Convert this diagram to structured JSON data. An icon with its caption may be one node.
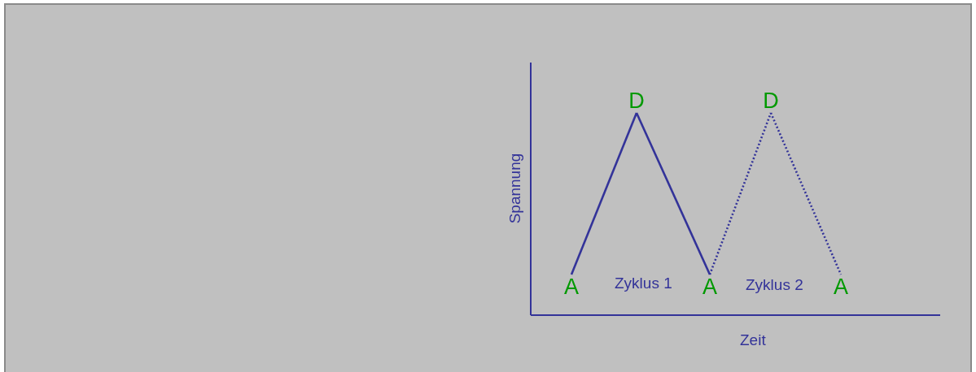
{
  "diagram": {
    "nodes": [
      {
        "text": [
          "A"
        ]
      },
      {
        "text": [
          "D"
        ]
      },
      {
        "text": [
          "A"
        ]
      },
      {
        "text": [
          "D"
        ]
      },
      {
        "text": [
          "A"
        ]
      }
    ],
    "edges": [
      {
        "from": 0,
        "to": 1,
        "arrow": "none"
      },
      {
        "from": 1,
        "to": 2,
        "arrow": "none"
      },
      {
        "from": 2,
        "to": 3,
        "arrow": "none",
        "style": "dashed"
      },
      {
        "from": 3,
        "to": 4,
        "arrow": "none",
        "style": "dashed"
      }
    ],
    "labels": [
      "Spannung",
      "Zyklus 1",
      "Zyklus 2",
      "Zeit"
    ]
  }
}
